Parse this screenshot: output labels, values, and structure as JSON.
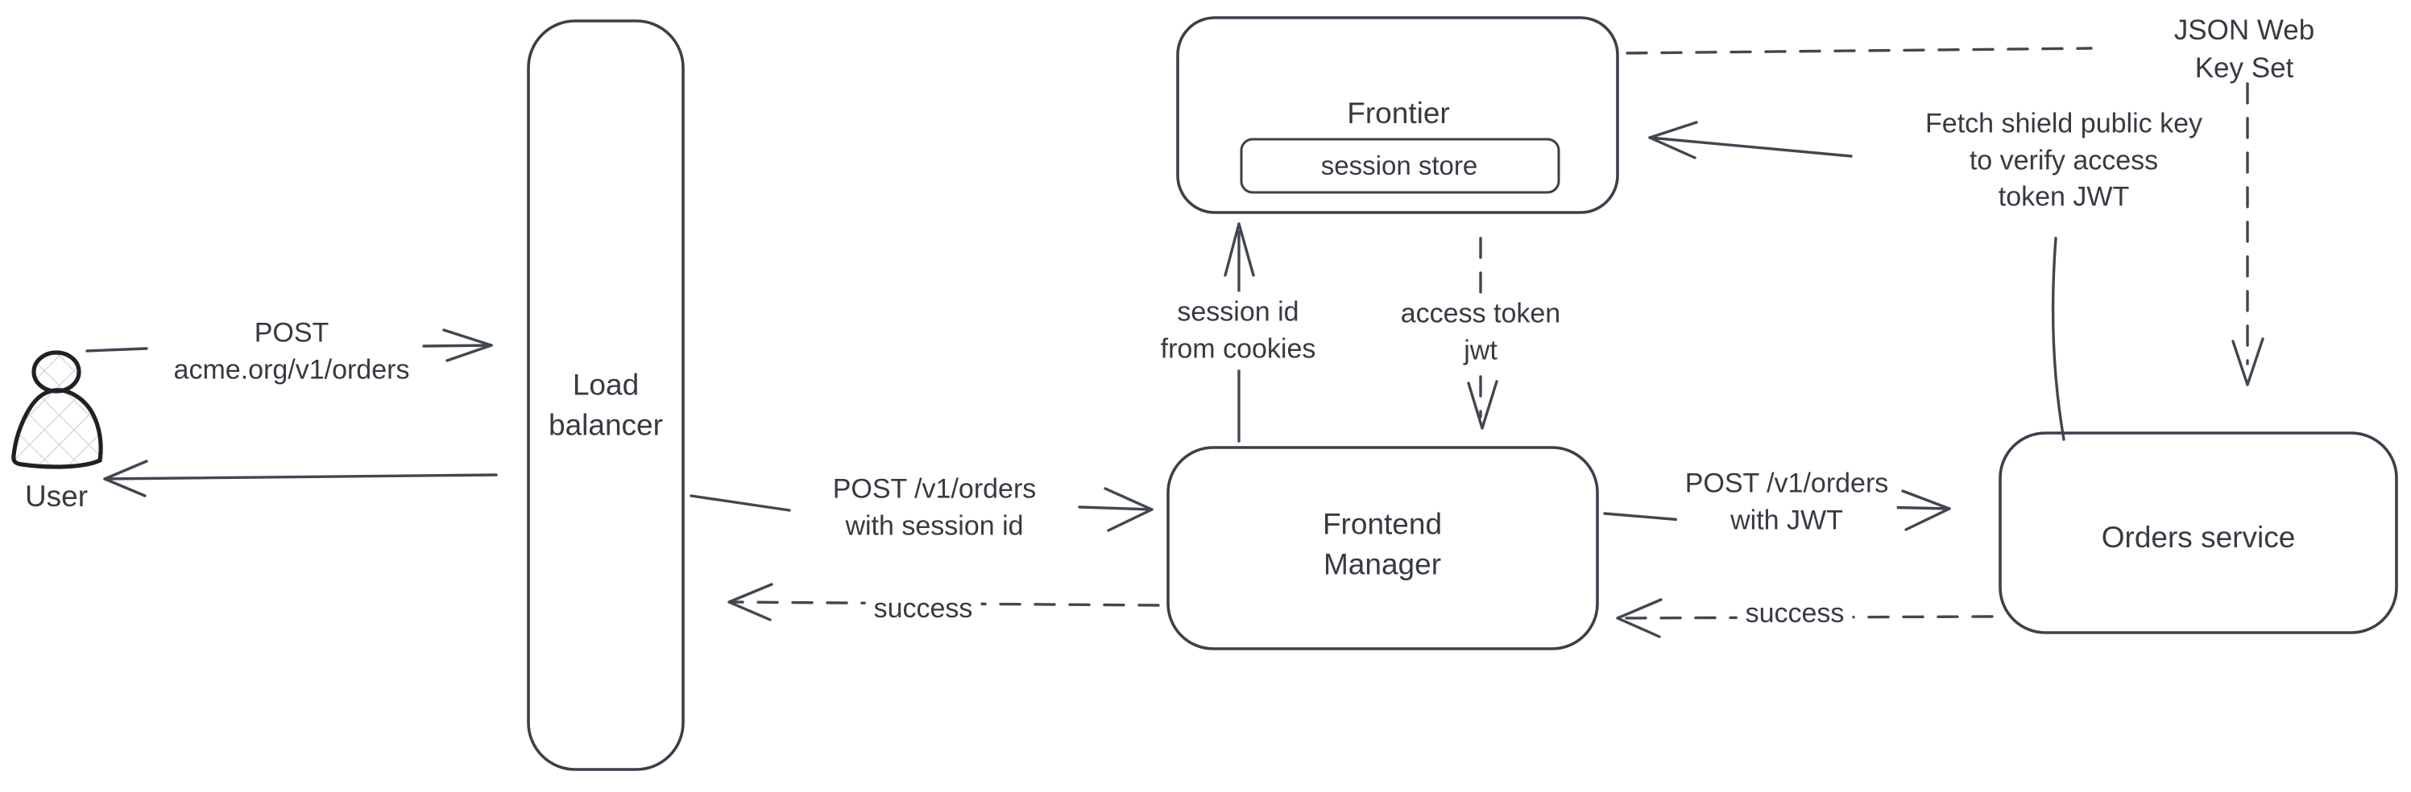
{
  "nodes": {
    "user": {
      "label": "User"
    },
    "load_balancer": {
      "label": "Load\nbalancer"
    },
    "frontier": {
      "label": "Frontier"
    },
    "session_store": {
      "label": "session store"
    },
    "frontend_manager": {
      "label": "Frontend\nManager"
    },
    "orders_service": {
      "label": "Orders service"
    },
    "json_web_key_set": {
      "label": "JSON Web Key Set"
    }
  },
  "edge_labels": {
    "user_to_lb": "POST\nacme.org/v1/orders",
    "lb_to_fm": "POST /v1/orders\nwith session id",
    "fm_to_lb": "success",
    "fm_to_frontier": "session id\nfrom cookies",
    "frontier_to_fm": "access token\njwt",
    "fm_to_orders": "POST /v1/orders\nwith JWT",
    "orders_to_fm": "success",
    "orders_to_frontier": "Fetch shield public key\nto verify access\ntoken JWT"
  },
  "colors": {
    "stroke": "#3a414a",
    "arrow": "#414751",
    "text": "#363b42",
    "user_outline": "#1f2125",
    "crosshatch_fill": "#ccd7e2",
    "background": "#ffffff"
  }
}
